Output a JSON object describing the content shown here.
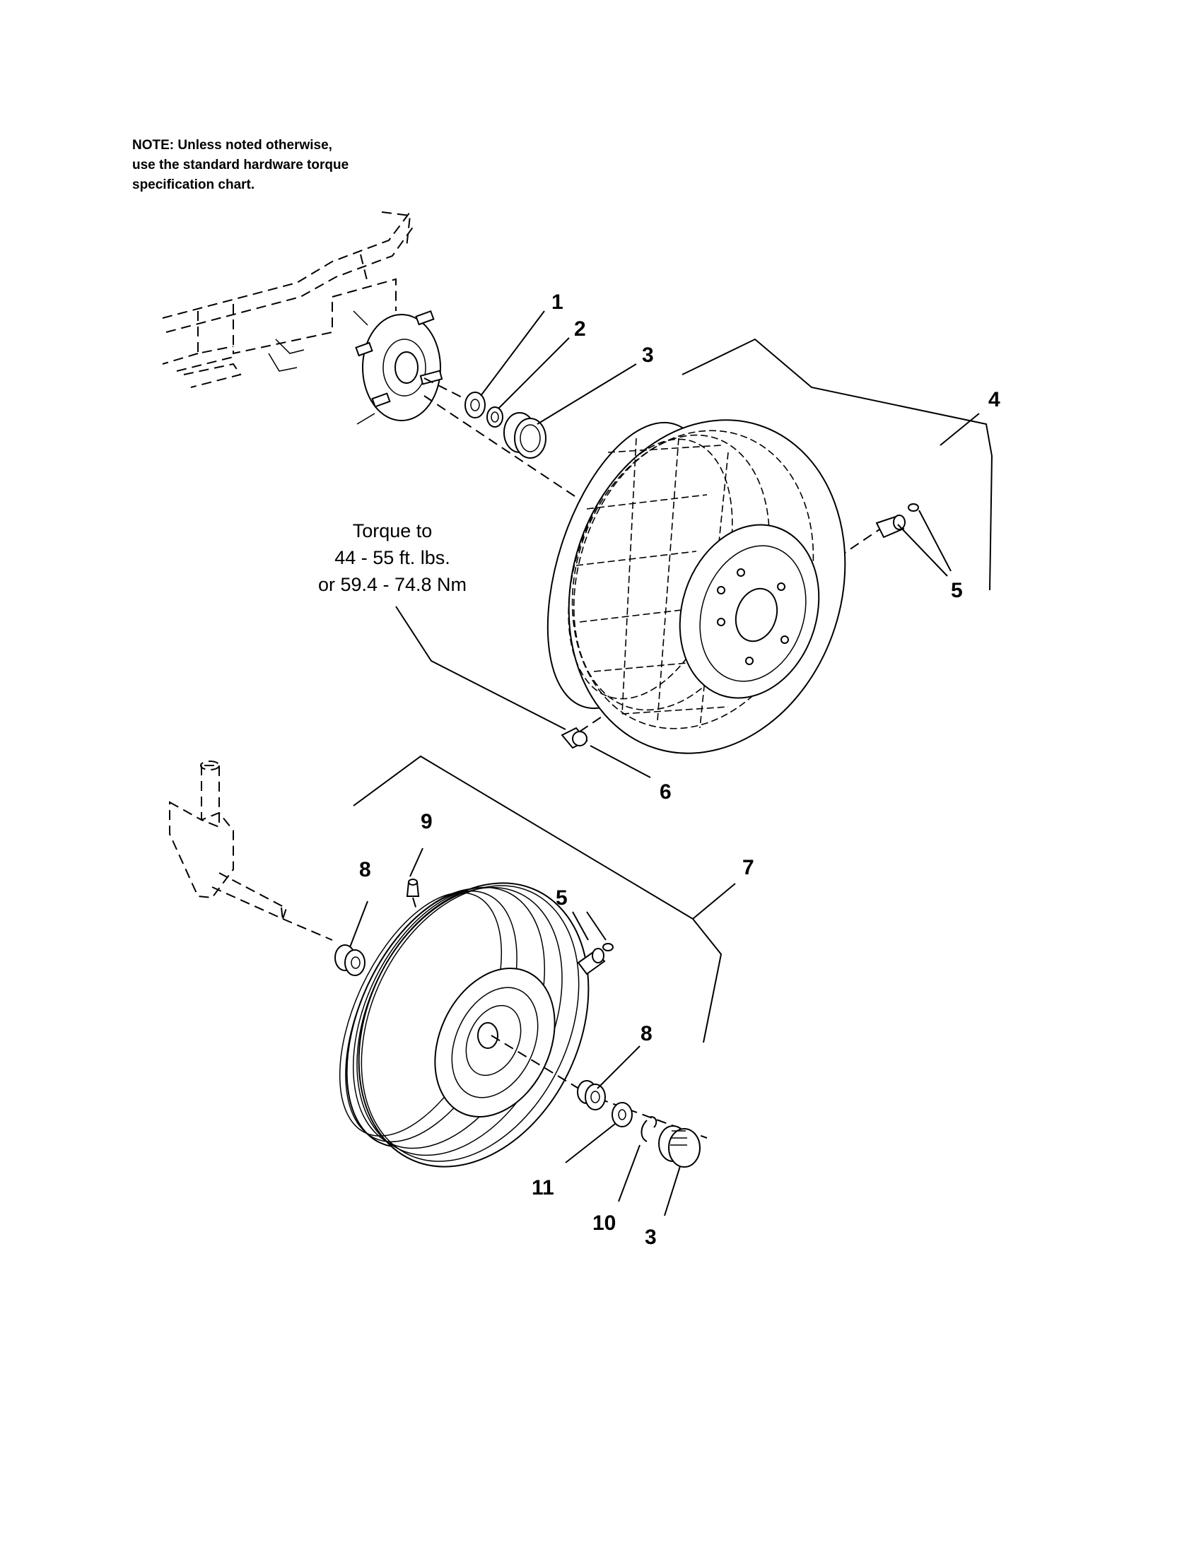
{
  "note": {
    "lines": [
      "NOTE: Unless noted otherwise,",
      "use the standard hardware torque",
      "specification chart."
    ]
  },
  "torque_note": {
    "lines": [
      "Torque to",
      "44 - 55 ft. lbs.",
      "or 59.4 - 74.8 Nm"
    ]
  },
  "callouts": {
    "c1": "1",
    "c2": "2",
    "c3_top": "3",
    "c4": "4",
    "c5_top": "5",
    "c6": "6",
    "c7": "7",
    "c8_left": "8",
    "c9": "9",
    "c5_bottom": "5",
    "c8_right": "8",
    "c11": "11",
    "c10": "10",
    "c3_bottom": "3"
  }
}
